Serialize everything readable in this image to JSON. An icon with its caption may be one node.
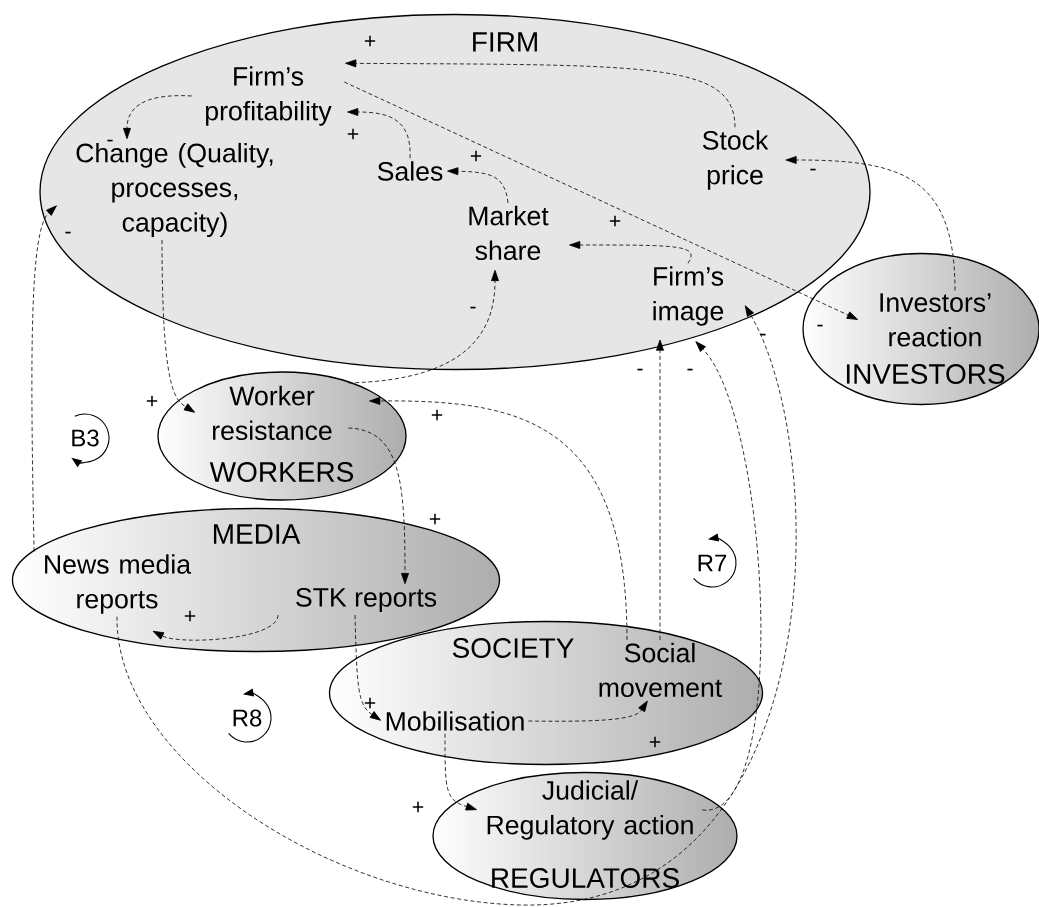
{
  "diagram": {
    "nodes": [
      {
        "text": [
          "FIRM"
        ]
      },
      {
        "text": [
          "Firm’s profitability"
        ],
        "in": 0
      },
      {
        "text": [
          "Change (Quality, processes, capacity)"
        ],
        "in": 0
      },
      {
        "text": [
          "Sales"
        ],
        "in": 0
      },
      {
        "text": [
          "Stock price"
        ],
        "in": 0
      },
      {
        "text": [
          "Market share"
        ],
        "in": 0
      },
      {
        "text": [
          "Firm’s image"
        ],
        "in": 0
      },
      {
        "text": [
          "INVESTORS"
        ]
      },
      {
        "text": [
          "Investors’ reaction"
        ],
        "in": 7
      },
      {
        "text": [
          "WORKERS"
        ]
      },
      {
        "text": [
          "Worker resistance"
        ],
        "in": 9
      },
      {
        "text": [
          "MEDIA"
        ]
      },
      {
        "text": [
          "News media reports"
        ],
        "in": 11
      },
      {
        "text": [
          "STK reports"
        ],
        "in": 11
      },
      {
        "text": [
          "SOCIETY"
        ]
      },
      {
        "text": [
          "Social movement"
        ],
        "in": 14
      },
      {
        "text": [
          "Mobilisation"
        ],
        "in": 14
      },
      {
        "text": [
          "REGULATORS"
        ]
      },
      {
        "text": [
          "Judicial/ Regulatory action"
        ],
        "in": 17
      }
    ],
    "edges": [
      {
        "from": 4,
        "to": 1,
        "arrow": "to",
        "label": "+"
      },
      {
        "from": 3,
        "to": 1,
        "arrow": "to",
        "label": "+"
      },
      {
        "from": 1,
        "to": 2,
        "arrow": "to",
        "label": "-"
      },
      {
        "from": 5,
        "to": 3,
        "arrow": "to",
        "label": "+"
      },
      {
        "from": 1,
        "to": 8,
        "arrow": "to",
        "label": "-"
      },
      {
        "from": 8,
        "to": 4,
        "arrow": "to",
        "label": "-"
      },
      {
        "from": 6,
        "to": 5,
        "arrow": "to",
        "label": "+"
      },
      {
        "from": 2,
        "to": 10,
        "arrow": "to",
        "label": "+"
      },
      {
        "from": 10,
        "to": 5,
        "arrow": "to",
        "label": "-"
      },
      {
        "from": 15,
        "to": 10,
        "arrow": "to",
        "label": "+"
      },
      {
        "from": 15,
        "to": 6,
        "arrow": "to",
        "label": "-"
      },
      {
        "from": 18,
        "to": 6,
        "arrow": "to",
        "label": "-"
      },
      {
        "from": 12,
        "to": 6,
        "arrow": "to",
        "label": "-"
      },
      {
        "from": 12,
        "to": 2,
        "arrow": "to",
        "label": "-"
      },
      {
        "from": 10,
        "to": 13,
        "arrow": "to",
        "label": "+"
      },
      {
        "from": 13,
        "to": 12,
        "arrow": "to",
        "label": "+"
      },
      {
        "from": 13,
        "to": 16,
        "arrow": "to",
        "label": "+"
      },
      {
        "from": 16,
        "to": 15,
        "arrow": "to",
        "label": "+"
      },
      {
        "from": 16,
        "to": 18,
        "arrow": "to",
        "label": "+"
      }
    ],
    "labels": [
      "B3",
      "R7",
      "R8"
    ]
  }
}
